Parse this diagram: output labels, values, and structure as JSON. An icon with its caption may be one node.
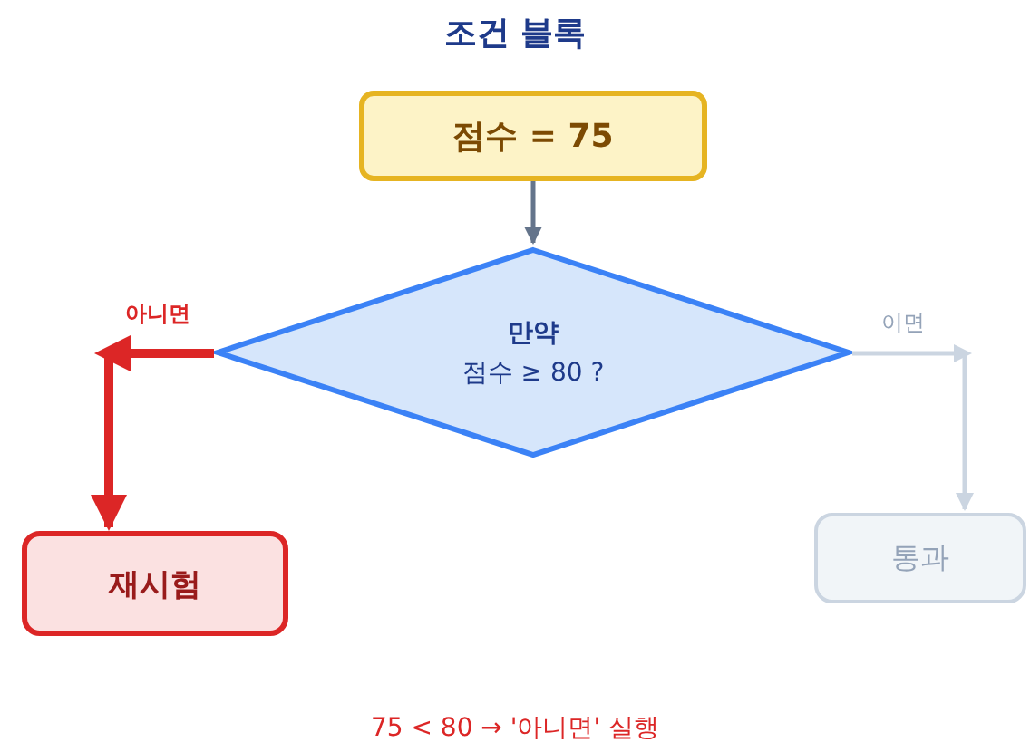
{
  "diagram": {
    "title": "조건 블록",
    "caption": "75 < 80 → '아니면' 실행",
    "nodes": [
      {
        "text": [
          "점수 = 75"
        ]
      },
      {
        "text": [
          "만약",
          "점수 ≥ 80 ?"
        ]
      },
      {
        "text": [
          "재시험"
        ]
      },
      {
        "text": [
          "통과"
        ]
      }
    ],
    "edges": [
      {
        "from": 0,
        "to": 1,
        "arrow": "to"
      },
      {
        "from": 1,
        "to": 2,
        "arrow": "to",
        "label": "아니면",
        "style": "thick",
        "color": "#dc2626"
      },
      {
        "from": 1,
        "to": 3,
        "arrow": "to",
        "label": "이면",
        "color": "#cbd5e1"
      }
    ]
  }
}
